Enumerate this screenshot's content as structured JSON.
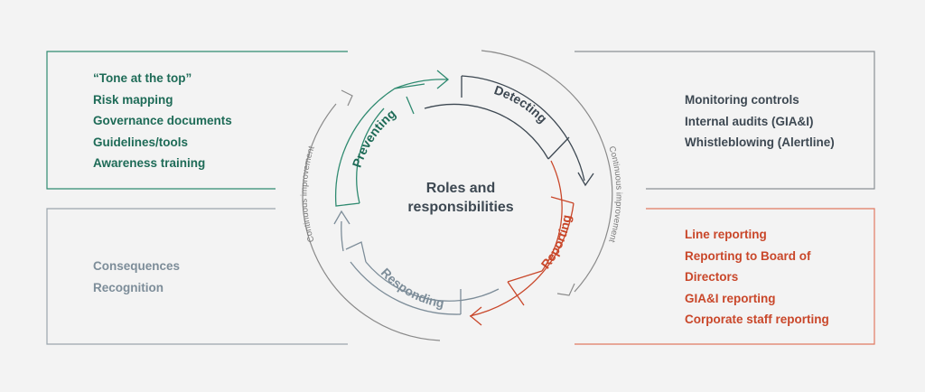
{
  "diagram": {
    "center_title_line1": "Roles and",
    "center_title_line2": "responsibilities",
    "continuous_improvement_left": "Continuous improvement",
    "continuous_improvement_right": "Continuous improvement",
    "phases": {
      "preventing": {
        "label": "Preventing",
        "color": "#1e6b57"
      },
      "detecting": {
        "label": "Detecting",
        "color": "#3d4852"
      },
      "reporting": {
        "label": "Reporting",
        "color": "#c9472a"
      },
      "responding": {
        "label": "Responding",
        "color": "#7d8d99"
      }
    }
  },
  "boxes": {
    "preventing": {
      "items": [
        "“Tone at the top”",
        "Risk mapping",
        "Governance documents",
        "Guidelines/tools",
        "Awareness training"
      ]
    },
    "detecting": {
      "items": [
        "Monitoring controls",
        "Internal audits (GIA&I)",
        "Whistleblowing (Alertline)"
      ]
    },
    "responding": {
      "items": [
        "Consequences",
        "Recognition"
      ]
    },
    "reporting": {
      "items": [
        "Line reporting",
        "Reporting to Board of Directors",
        "GIA&I reporting",
        "Corporate staff reporting"
      ]
    }
  }
}
